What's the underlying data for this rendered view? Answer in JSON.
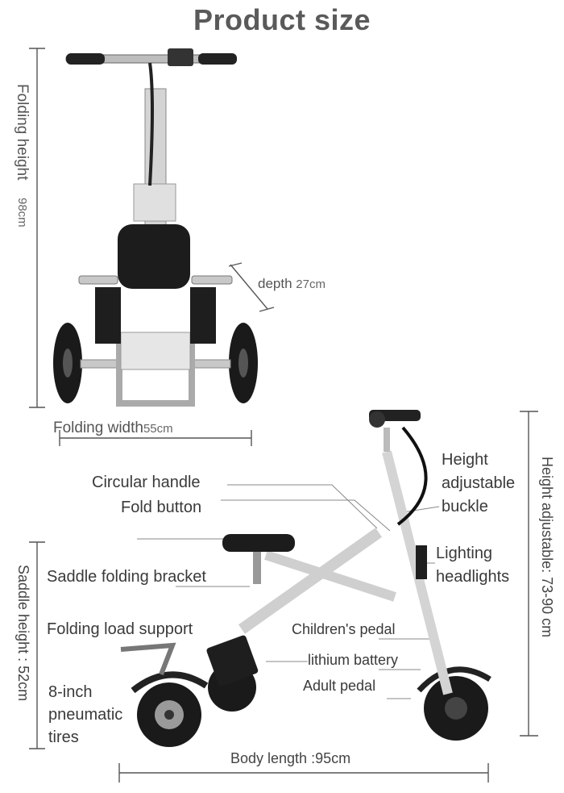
{
  "title": "Product size",
  "front_view": {
    "folding_height": {
      "label": "Folding height",
      "value": "98cm"
    },
    "depth": {
      "label": "depth",
      "value": "27cm"
    },
    "folding_width": {
      "label": "Folding width",
      "value": "55cm"
    }
  },
  "side_view": {
    "callouts": {
      "circular_handle": "Circular handle",
      "fold_button": "Fold button",
      "saddle_folding_bracket": "Saddle folding bracket",
      "folding_load_support": "Folding load support",
      "tires_line1": "8-inch",
      "tires_line2": "pneumatic",
      "tires_line3": "tires",
      "height_buckle_line1": "Height",
      "height_buckle_line2": "adjustable",
      "height_buckle_line3": "buckle",
      "lighting_line1": "Lighting",
      "lighting_line2": "headlights",
      "childrens_pedal": "Children's pedal",
      "lithium_battery": "lithium battery",
      "adult_pedal": "Adult pedal"
    },
    "saddle_height": "Saddle height : 52cm",
    "height_adjustable": "Height adjustable: 73-90 cm",
    "body_length": "Body length :95cm"
  }
}
